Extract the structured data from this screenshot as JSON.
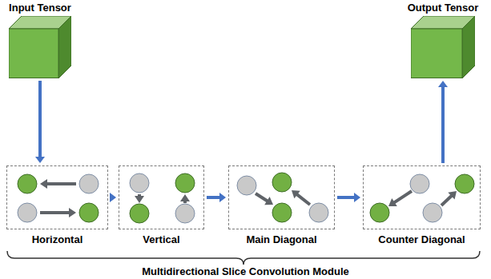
{
  "diagram": {
    "nodes": [
      {
        "text": [
          "Input Tensor"
        ]
      },
      {
        "text": [
          "Horizontal"
        ]
      },
      {
        "text": [
          "Vertical"
        ]
      },
      {
        "text": [
          "Main Diagonal"
        ]
      },
      {
        "text": [
          "Counter Diagonal"
        ]
      },
      {
        "text": [
          "Output Tensor"
        ]
      }
    ],
    "edges": [
      {
        "from": 0,
        "to": 1,
        "arrow": "to"
      },
      {
        "from": 1,
        "to": 2,
        "arrow": "to"
      },
      {
        "from": 2,
        "to": 3,
        "arrow": "to"
      },
      {
        "from": 3,
        "to": 4,
        "arrow": "to"
      },
      {
        "from": 4,
        "to": 5,
        "arrow": "to"
      }
    ],
    "labels": [
      "Multidirectional Slice Convolution Module"
    ]
  }
}
